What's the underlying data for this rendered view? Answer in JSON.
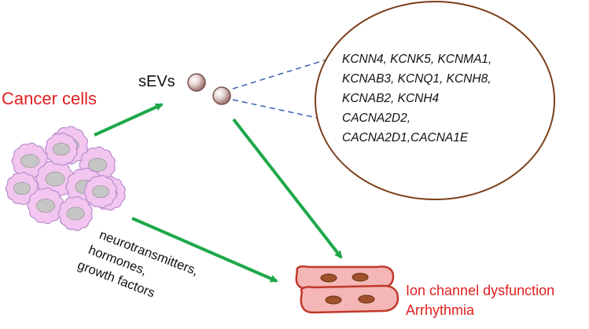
{
  "labels": {
    "cancer_cells": "Cancer cells",
    "sevs": "sEVs",
    "outcome_line1": "Ion channel dysfunction",
    "outcome_line2": "Arrhythmia"
  },
  "gene_lines": [
    "KCNN4, KCNK5, KCNMA1,",
    "KCNAB3, KCNQ1, KCNH8,",
    "KCNAB2, KCNH4",
    "CACNA2D2,",
    "CACNA2D1,CACNA1E"
  ],
  "factors": [
    "neurotransmitters,",
    "hormones,",
    "growth factors"
  ],
  "colors": {
    "red_text": "#e02020",
    "arrow": "#1fa84a",
    "dashed": "#3a5fb0",
    "ellipse": "#7a3d17",
    "cell_fill": "#f2c6ee",
    "cell_stroke": "#b98fd0",
    "nucleus": "#c6c6c6",
    "muscle_fill": "#f4b6b6",
    "muscle_stroke": "#c0392b",
    "muscle_nucleus": "#a0522d",
    "vesicle": "#b58a85"
  }
}
